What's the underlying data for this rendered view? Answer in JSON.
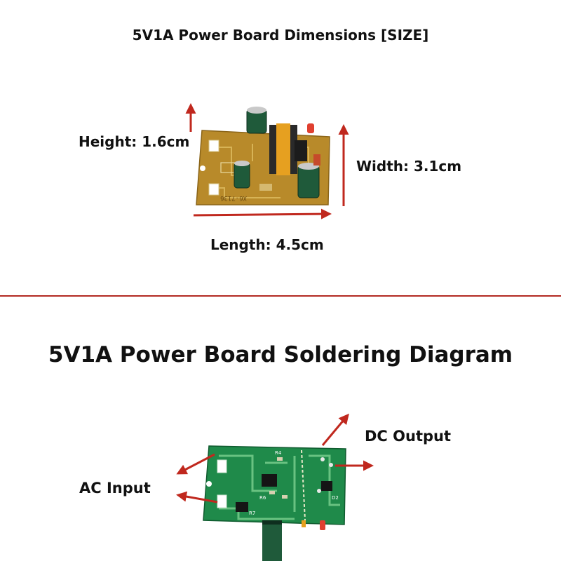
{
  "dimensions": {
    "title": "5V1A Power Board Dimensions [SIZE]",
    "height_label": "Height: 1.6cm",
    "width_label": "Width: 3.1cm",
    "length_label": "Length: 4.5cm",
    "board_silkscreen": "X6-7136"
  },
  "soldering": {
    "title": "5V1A Power Board Soldering Diagram",
    "dc_output_label": "DC Output",
    "ac_input_label": "AC Input",
    "board_markings": [
      "R4",
      "R6",
      "D2",
      "R7"
    ]
  },
  "colors": {
    "arrow": "#c0281e",
    "divider": "#b32a22",
    "board_brown": "#b88a2a",
    "board_green": "#1f8a4a"
  }
}
